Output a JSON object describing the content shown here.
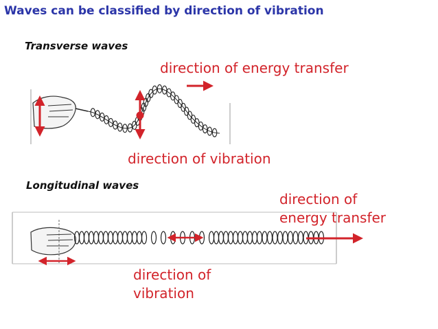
{
  "title": "Waves can be classified by direction of vibration",
  "transverse": {
    "heading": "Transverse waves",
    "energy_label": "direction of energy transfer",
    "vibration_label": "direction of vibration"
  },
  "longitudinal": {
    "heading": "Longitudinal waves",
    "energy_label_line1": "direction of",
    "energy_label_line2": "energy transfer",
    "vibration_label_line1": "direction of",
    "vibration_label_line2": "vibration"
  },
  "colors": {
    "title": "#2b35a8",
    "arrow": "#d2232a",
    "spring": "#222222"
  }
}
